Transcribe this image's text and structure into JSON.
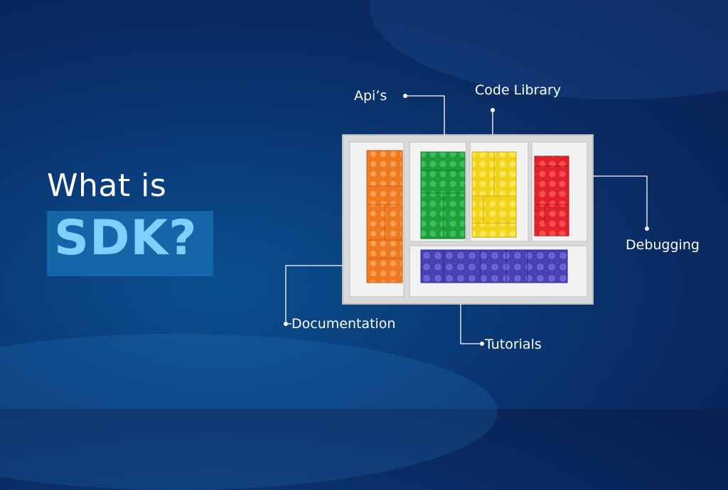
{
  "headline": {
    "line1": "What is",
    "line2": "SDK?"
  },
  "labels": {
    "apis": "Api’s",
    "code_library": "Code Library",
    "debugging": "Debugging",
    "documentation": "Documentation",
    "tutorials": "Tutorials"
  },
  "colors": {
    "background": "#0a2a62",
    "sdk_highlight": "#1565a9",
    "sdk_text": "#7fd0ff",
    "orange_bricks": "#f07a22",
    "green_bricks": "#1f9e3a",
    "yellow_bricks": "#f3d21a",
    "red_bricks": "#e2222a",
    "purple_bricks": "#5a4fc0",
    "box": "#e4e4e4"
  }
}
